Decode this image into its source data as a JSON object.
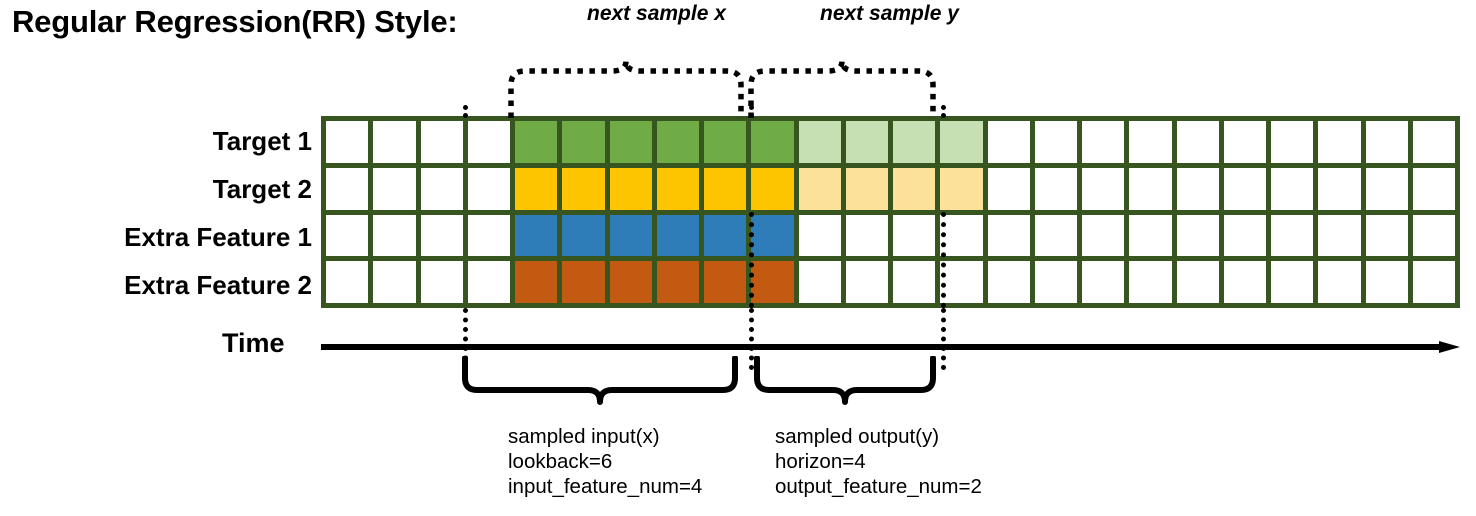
{
  "title": "Regular Regression(RR) Style:",
  "rows": [
    {
      "label": "Target 1",
      "color": "#6FAC46",
      "faded_color": "#C6E0B4"
    },
    {
      "label": "Target 2",
      "color": "#FDC500",
      "faded_color": "#FCE19A"
    },
    {
      "label": "Extra Feature 1",
      "color": "#2E7CB8",
      "faded_color": null
    },
    {
      "label": "Extra Feature 2",
      "color": "#C35A11",
      "faded_color": null
    }
  ],
  "grid": {
    "columns": 24,
    "rows": 4,
    "border_color": "#37551F",
    "empty_color": "#ffffff",
    "input_start_col": 4,
    "input_col_count": 6,
    "output_start_col": 10,
    "output_col_count": 4
  },
  "axis": {
    "label": "Time"
  },
  "top_annotations": [
    {
      "text": "next sample x"
    },
    {
      "text": "next sample y"
    }
  ],
  "bottom_annotations": [
    {
      "line1": "sampled input(x)",
      "line2": "lookback=6",
      "line3": "input_feature_num=4"
    },
    {
      "line1": "sampled output(y)",
      "line2": "horizon=4",
      "line3": "output_feature_num=2"
    }
  ]
}
